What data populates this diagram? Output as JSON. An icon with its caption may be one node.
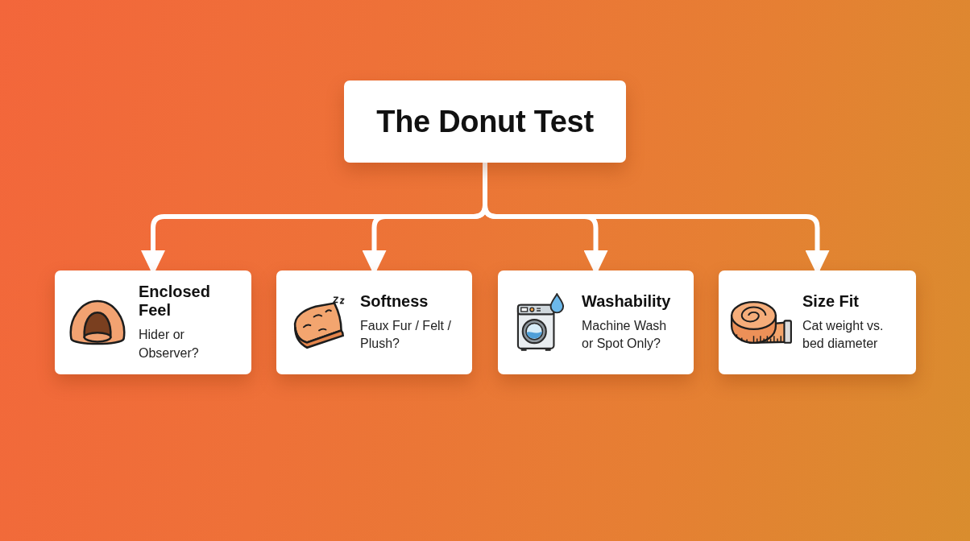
{
  "diagram": {
    "nodes": [
      {
        "text": [
          "The Donut Test"
        ]
      },
      {
        "text": [
          "Enclosed Feel",
          "Hider or Observer?"
        ]
      },
      {
        "text": [
          "Softness",
          "Faux Fur / Felt / Plush?"
        ]
      },
      {
        "text": [
          "Washability",
          "Machine Wash or Spot Only?"
        ]
      },
      {
        "text": [
          "Size Fit",
          "Cat weight vs. bed diameter"
        ]
      }
    ],
    "edges": [
      {
        "from": 0,
        "to": 1,
        "arrow": "to"
      },
      {
        "from": 0,
        "to": 2,
        "arrow": "to"
      },
      {
        "from": 0,
        "to": 3,
        "arrow": "to"
      },
      {
        "from": 0,
        "to": 4,
        "arrow": "to"
      }
    ]
  }
}
